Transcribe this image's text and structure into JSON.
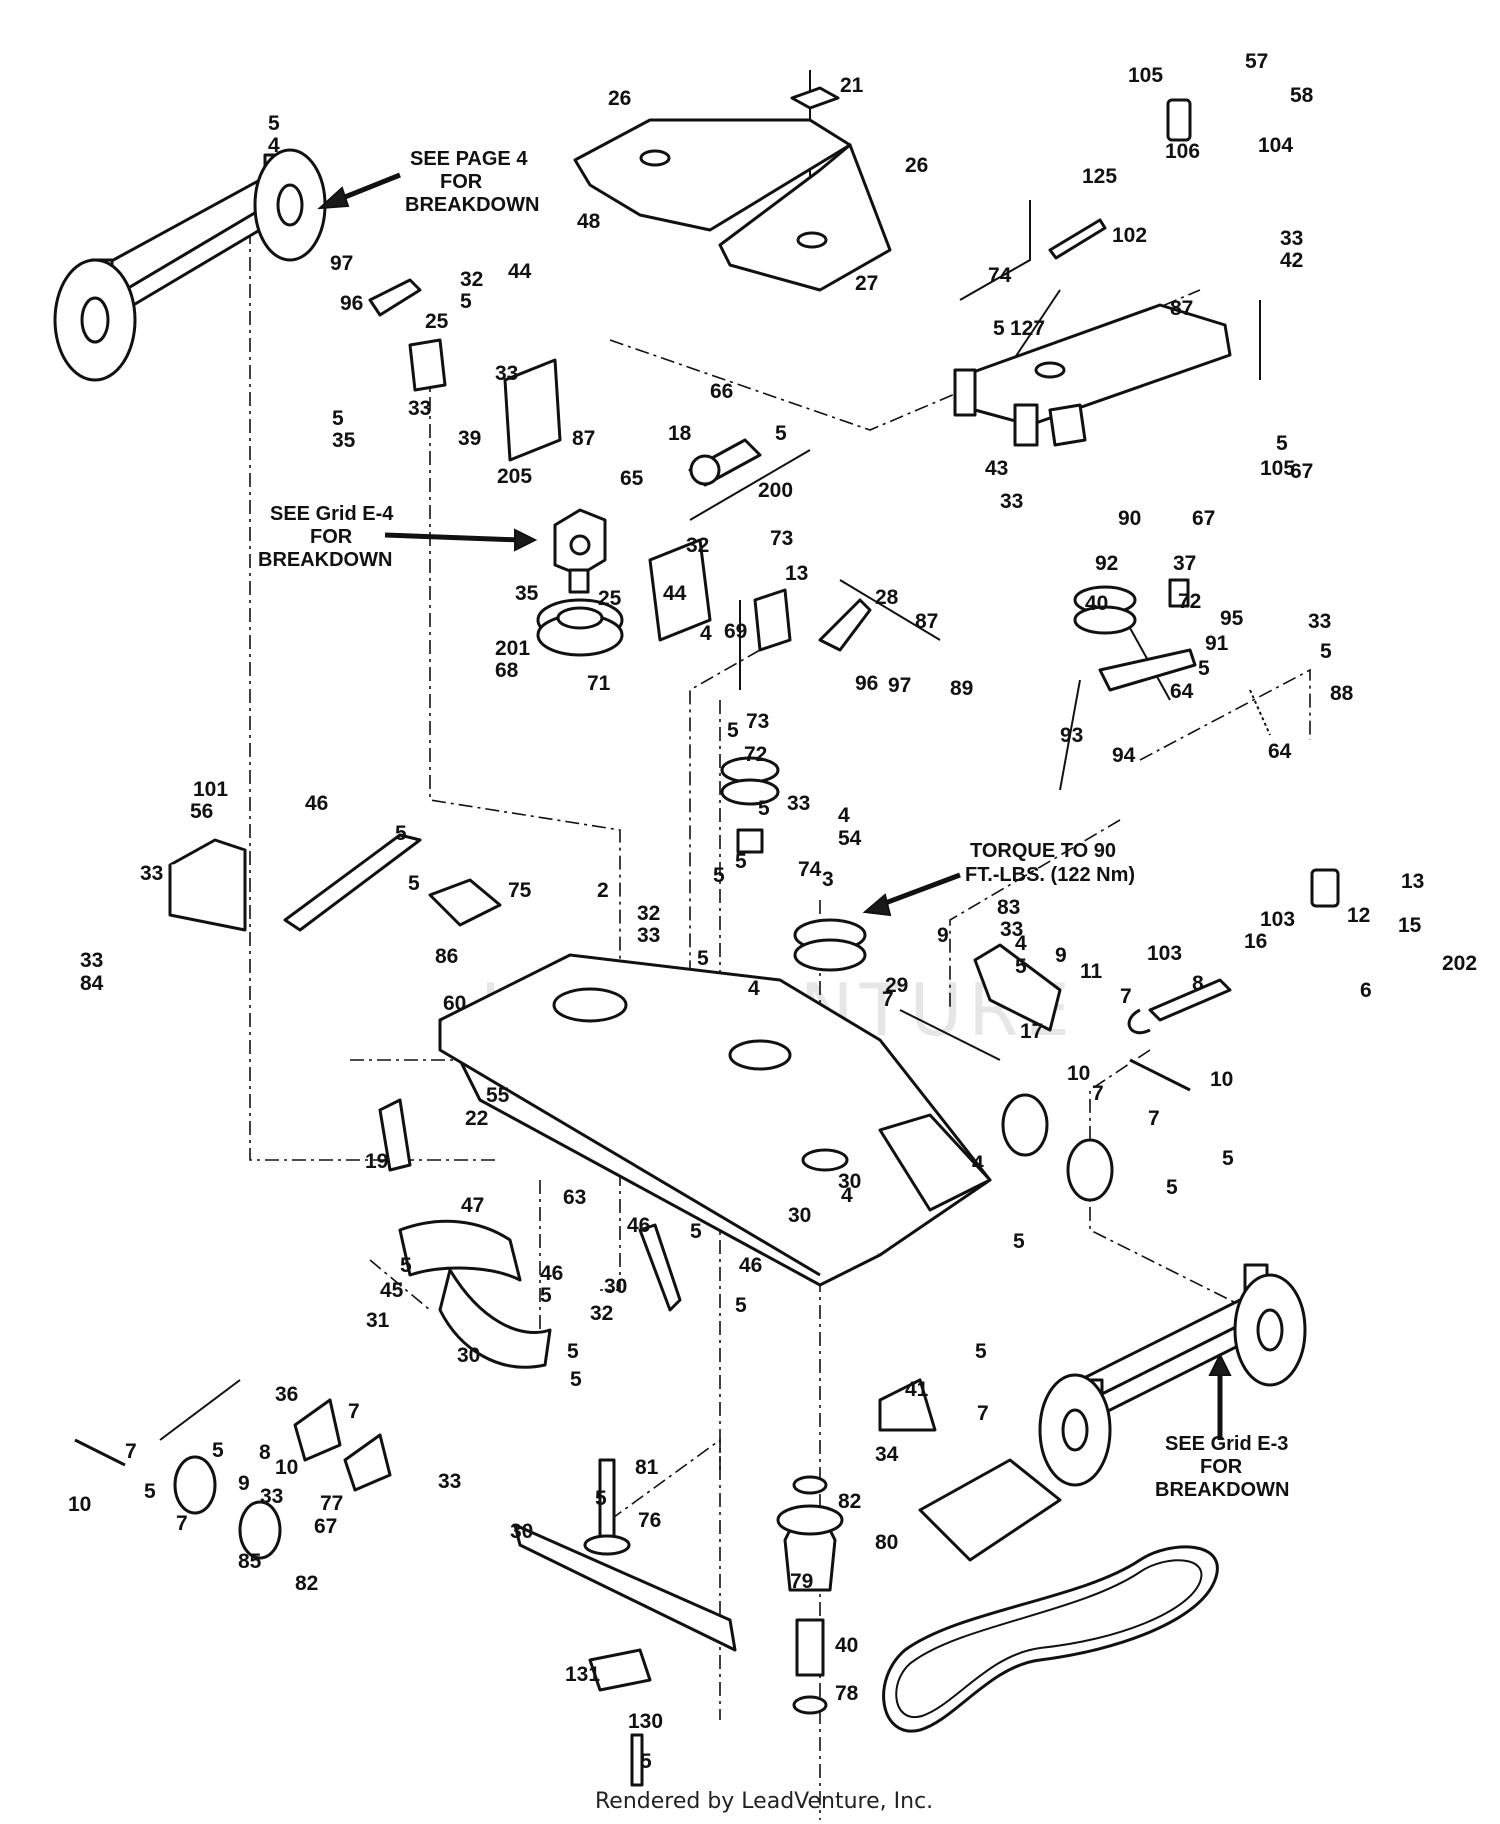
{
  "callout_labels": [
    "5",
    "4",
    "26",
    "21",
    "105",
    "57",
    "58",
    "106",
    "104",
    "26",
    "125",
    "102",
    "48",
    "27",
    "97",
    "44",
    "32",
    "5",
    "96",
    "25",
    "74",
    "5",
    "33",
    "42",
    "87",
    "33",
    "5",
    "35",
    "33",
    "39",
    "205",
    "66",
    "18",
    "5",
    "127",
    "43",
    "5",
    "33",
    "105",
    "67",
    "65",
    "200",
    "87",
    "32",
    "90",
    "73",
    "67",
    "37",
    "35",
    "44",
    "13",
    "28",
    "87",
    "92",
    "72",
    "40",
    "4",
    "69",
    "201",
    "68",
    "71",
    "25",
    "96",
    "97",
    "89",
    "91",
    "5",
    "64",
    "95",
    "33",
    "5",
    "88",
    "93",
    "94",
    "64",
    "5",
    "73",
    "72",
    "33",
    "5",
    "4",
    "54",
    "101",
    "56",
    "46",
    "5",
    "33",
    "5",
    "75",
    "86",
    "33",
    "84",
    "5",
    "74",
    "83",
    "33",
    "5",
    "3",
    "4",
    "5",
    "2",
    "32",
    "33",
    "5",
    "4",
    "29",
    "7",
    "9",
    "11",
    "103",
    "16",
    "103",
    "15",
    "12",
    "13",
    "202",
    "6",
    "60",
    "17",
    "7",
    "8",
    "9",
    "7",
    "10",
    "10",
    "7",
    "5",
    "5",
    "55",
    "22",
    "19",
    "4",
    "5",
    "4",
    "30",
    "30",
    "47",
    "63",
    "5",
    "46",
    "5",
    "45",
    "31",
    "30",
    "46",
    "5",
    "30",
    "32",
    "5",
    "5",
    "5",
    "46",
    "5",
    "7",
    "41",
    "36",
    "7",
    "8",
    "33",
    "5",
    "7",
    "9",
    "10",
    "33",
    "5",
    "10",
    "7",
    "77",
    "67",
    "85",
    "82",
    "81",
    "5",
    "76",
    "82",
    "80",
    "79",
    "40",
    "78",
    "30",
    "131",
    "130",
    "5",
    "34"
  ],
  "notes": {
    "see_page_4": [
      "SEE PAGE 4",
      "FOR",
      "BREAKDOWN"
    ],
    "see_grid_e4": [
      "SEE Grid E-4",
      "FOR",
      "BREAKDOWN"
    ],
    "torque": [
      "TORQUE TO 90",
      "FT.-LBS. (122 Nm)"
    ],
    "see_grid_e3": [
      "SEE Grid E-3",
      "FOR",
      "BREAKDOWN"
    ]
  },
  "watermark": "LEADVENTURE",
  "footer": "Rendered by LeadVenture, Inc."
}
